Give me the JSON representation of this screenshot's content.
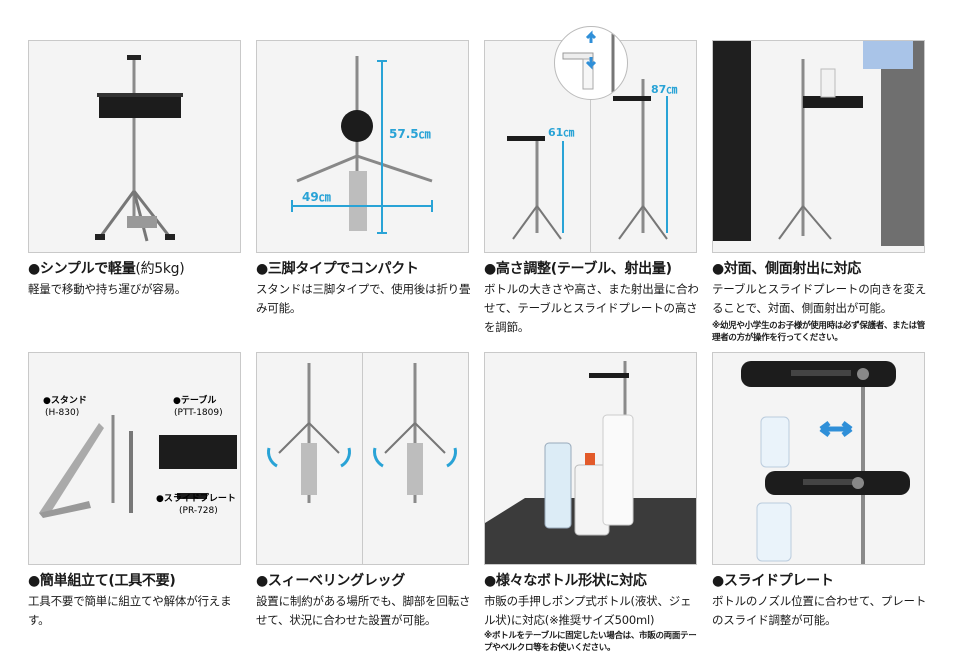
{
  "panels": [
    {
      "title": "●シンプルで軽量",
      "title_note": "(約5kg)",
      "desc": "軽量で移動や持ち運びが容易。"
    },
    {
      "title": "●三脚タイプでコンパクト",
      "desc": "スタンドは三脚タイプで、使用後は折り畳み可能。",
      "dims": {
        "height": "57.5㎝",
        "width": "49㎝"
      }
    },
    {
      "title": "●高さ調整(テーブル、射出量)",
      "desc": "ボトルの大きさや高さ、また射出量に合わせて、テーブルとスライドプレートの高さを調節。",
      "dims": {
        "low": "61㎝",
        "high": "87㎝"
      }
    },
    {
      "title": "●対面、側面射出に対応",
      "desc": "テーブルとスライドプレートの向きを変えることで、対面、側面射出が可能。",
      "note": "※幼児や小学生のお子様が使用時は必ず保護者、または管理者の方が操作を行ってください。"
    },
    {
      "title": "●簡単組立て(工具不要)",
      "desc": "工具不要で簡単に組立てや解体が行えます。",
      "parts": [
        {
          "name": "●スタンド",
          "model": "(H-830)"
        },
        {
          "name": "●テーブル",
          "model": "(PTT-1809)"
        },
        {
          "name": "●スライドプレート",
          "model": "(PR-728)"
        }
      ]
    },
    {
      "title": "●スィーベリングレッグ",
      "desc": "設置に制約がある場所でも、脚部を回転させて、状況に合わせた設置が可能。"
    },
    {
      "title": "●様々なボトル形状に対応",
      "desc": "市販の手押しポンプ式ボトル(液状、ジェル状)に対応(※推奨サイズ500ml)",
      "note": "※ボトルをテーブルに固定したい場合は、市販の両面テープやベルクロ等をお使いください。"
    },
    {
      "title": "●スライドプレート",
      "desc": "ボトルのノズル位置に合わせて、プレートのスライド調整が可能。"
    }
  ],
  "colors": {
    "dimension": "#29a3d6",
    "arrow": "#2f8fd8",
    "text": "#1a1a1a"
  }
}
